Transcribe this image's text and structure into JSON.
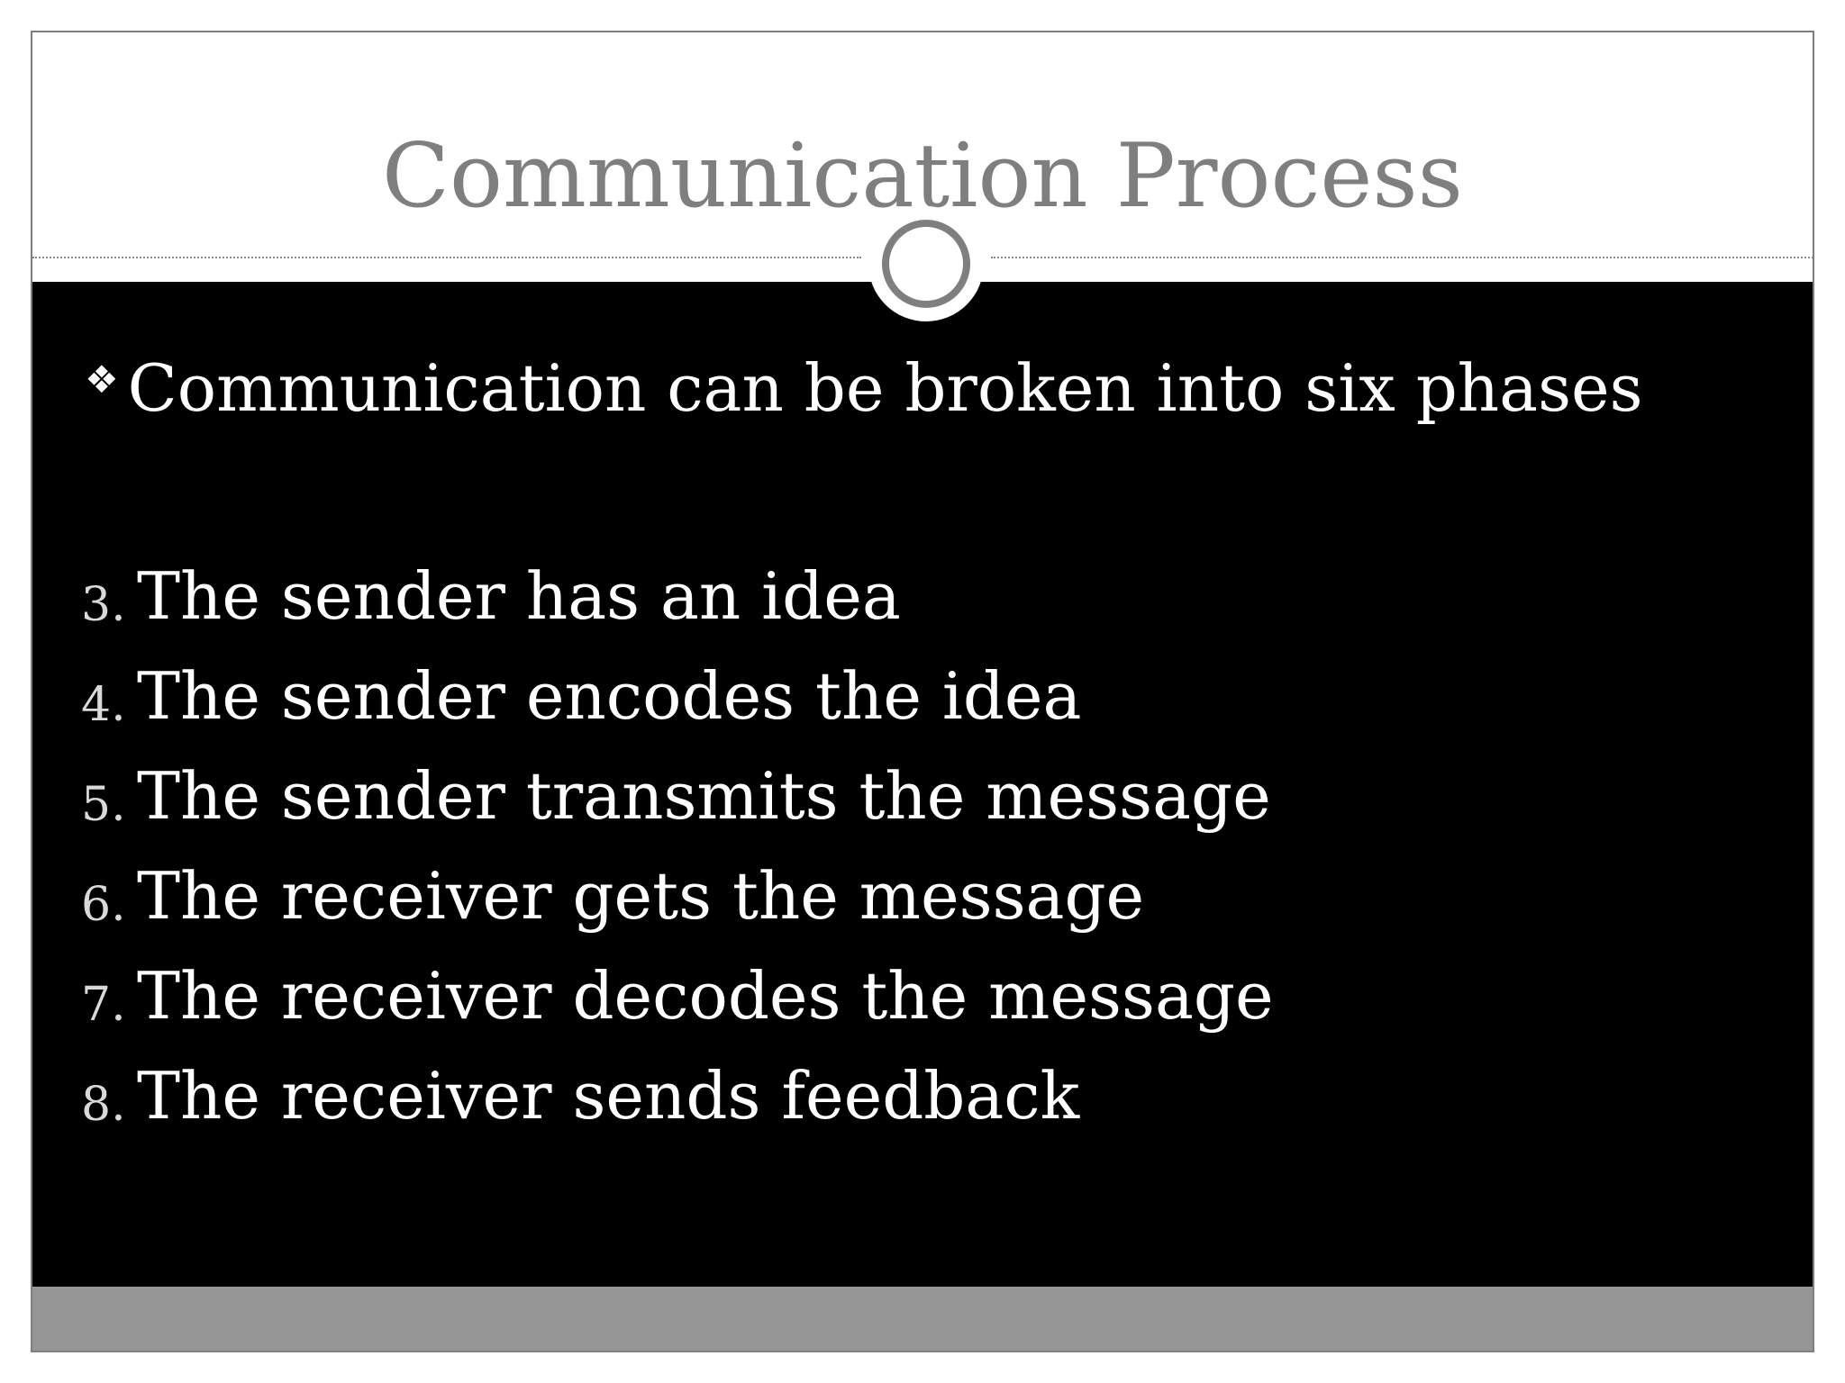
{
  "slide": {
    "title": "Communication Process",
    "bullet": {
      "icon": "diamond-bullet-icon",
      "symbol": "❖",
      "text": "Communication can be broken into six phases"
    },
    "steps": [
      {
        "number": "3.",
        "text": "The sender has an idea"
      },
      {
        "number": "4.",
        "text": "The sender encodes the idea"
      },
      {
        "number": "5.",
        "text": "The sender transmits the message"
      },
      {
        "number": "6.",
        "text": "The receiver gets the message"
      },
      {
        "number": "7.",
        "text": "The receiver decodes the message"
      },
      {
        "number": "8.",
        "text": "The receiver sends feedback"
      }
    ]
  },
  "colors": {
    "title": "#7f7f7f",
    "content_background": "#000000",
    "content_text": "#ffffff",
    "footer_band": "#969696",
    "ring": "#7f7f7f"
  }
}
